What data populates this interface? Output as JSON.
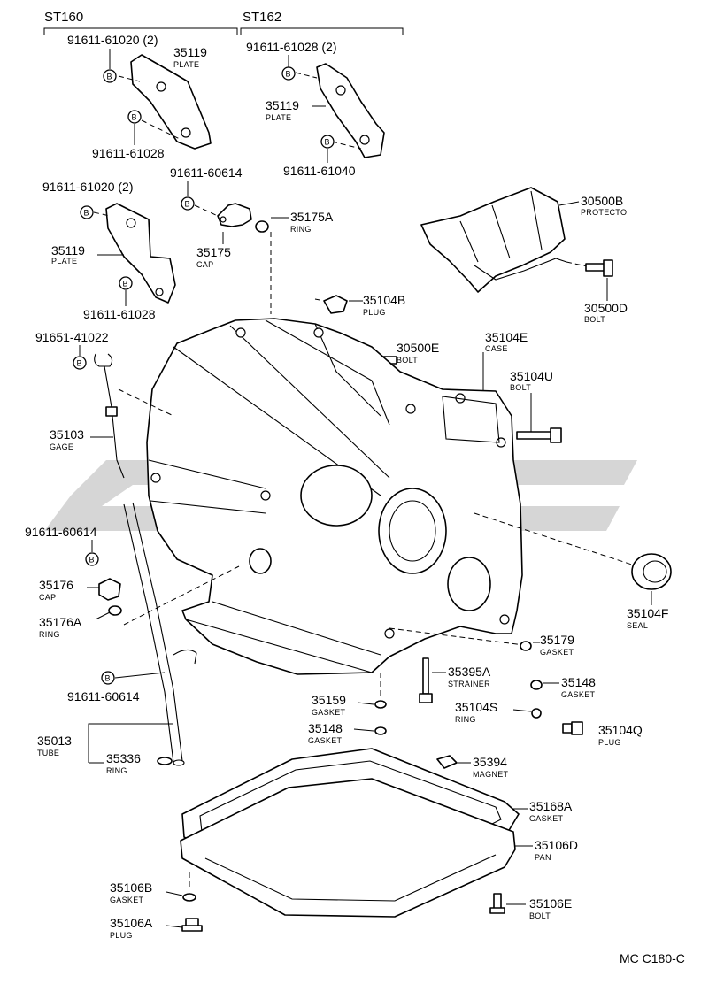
{
  "groups": {
    "left": "ST160",
    "right": "ST162"
  },
  "bolt_marker": "B",
  "diagram_code": "MC C180-C",
  "labels": {
    "b_91611_61020_st160": "91611-61020 (2)",
    "p_35119_st160": "35119",
    "n_35119_st160": "PLATE",
    "b_91611_61028_st160": "91611-61028",
    "b_91611_61028_2_st162": "91611-61028 (2)",
    "p_35119_st162": "35119",
    "n_35119_st162": "PLATE",
    "b_91611_61040": "91611-61040",
    "b_91611_61020_b": "91611-61020 (2)",
    "b_91611_60614_a": "91611-60614",
    "p_35175a": "35175A",
    "n_35175a": "RING",
    "p_35175": "35175",
    "n_35175": "CAP",
    "p_35119_c": "35119",
    "n_35119_c": "PLATE",
    "b_91611_61028_c": "91611-61028",
    "p_30500b": "30500B",
    "n_30500b": "PROTECTO",
    "p_30500d": "30500D",
    "n_30500d": "BOLT",
    "p_35104b": "35104B",
    "n_35104b": "PLUG",
    "b_91651_41022": "91651-41022",
    "p_30500e": "30500E",
    "n_30500e": "BOLT",
    "p_35104e": "35104E",
    "n_35104e": "CASE",
    "p_35104u": "35104U",
    "n_35104u": "BOLT",
    "p_35103": "35103",
    "n_35103": "GAGE",
    "b_91611_60614_b": "91611-60614",
    "p_35176": "35176",
    "n_35176": "CAP",
    "p_35176a": "35176A",
    "n_35176a": "RING",
    "p_35104f": "35104F",
    "n_35104f": "SEAL",
    "p_35179": "35179",
    "n_35179": "GASKET",
    "p_35395a": "35395A",
    "n_35395a": "STRAINER",
    "p_35148_a": "35148",
    "n_35148_a": "GASKET",
    "b_91611_60614_c": "91611-60614",
    "p_35159": "35159",
    "n_35159": "GASKET",
    "p_35104s": "35104S",
    "n_35104s": "RING",
    "p_35148_b": "35148",
    "n_35148_b": "GASKET",
    "p_35104q": "35104Q",
    "n_35104q": "PLUG",
    "p_35013": "35013",
    "n_35013": "TUBE",
    "p_35336": "35336",
    "n_35336": "RING",
    "p_35394": "35394",
    "n_35394": "MAGNET",
    "p_35168a": "35168A",
    "n_35168a": "GASKET",
    "p_35106d": "35106D",
    "n_35106d": "PAN",
    "p_35106b": "35106B",
    "n_35106b": "GASKET",
    "p_35106e": "35106E",
    "n_35106e": "BOLT",
    "p_35106a": "35106A",
    "n_35106a": "PLUG"
  }
}
